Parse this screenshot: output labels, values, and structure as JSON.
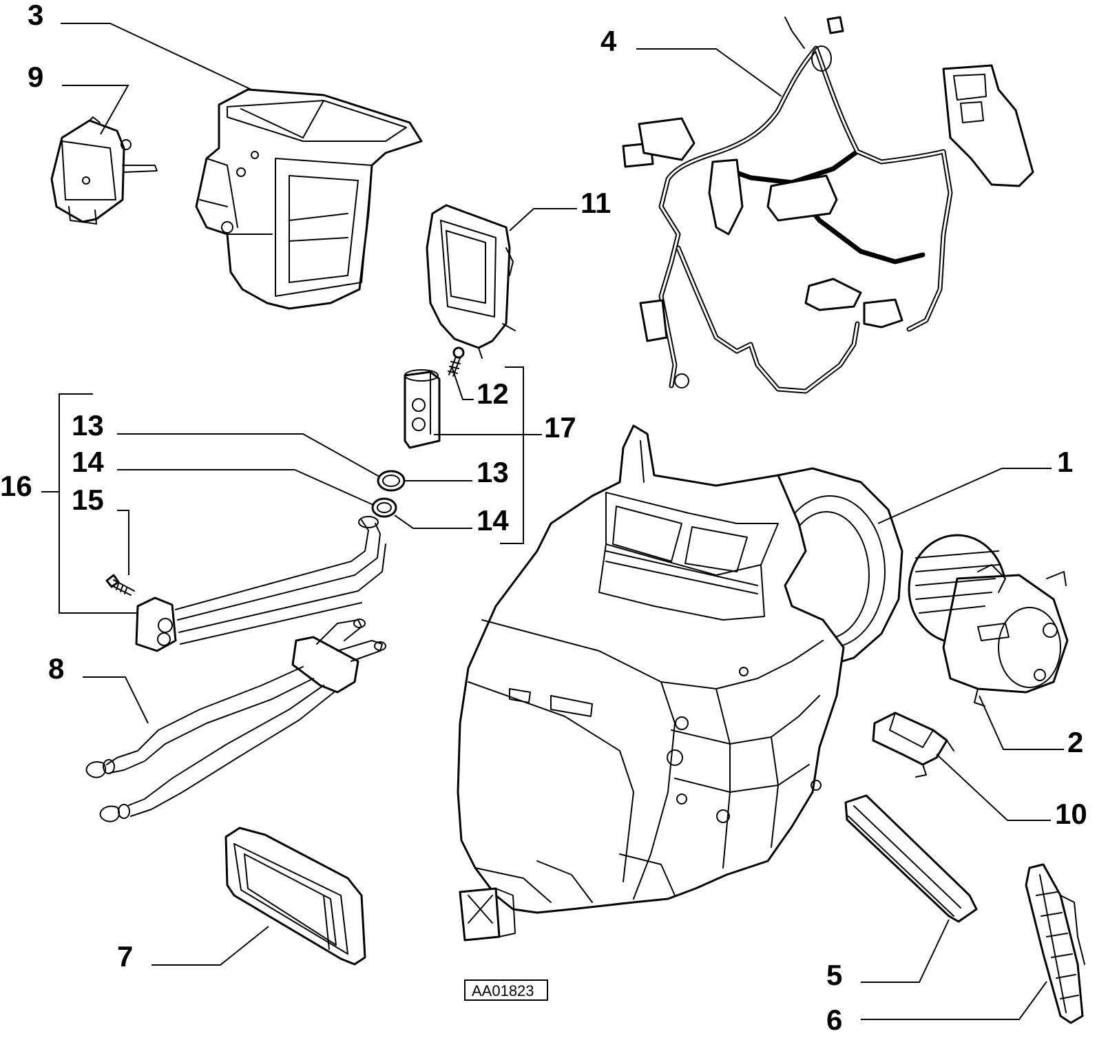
{
  "diagram": {
    "drawing_code": "AA01823",
    "callouts": {
      "c1": "1",
      "c2": "2",
      "c3": "3",
      "c4": "4",
      "c5": "5",
      "c6": "6",
      "c7": "7",
      "c8": "8",
      "c9": "9",
      "c10": "10",
      "c11": "11",
      "c12": "12",
      "c13a": "13",
      "c13b": "13",
      "c14a": "14",
      "c14b": "14",
      "c15": "15",
      "c16": "16",
      "c17": "17"
    }
  }
}
